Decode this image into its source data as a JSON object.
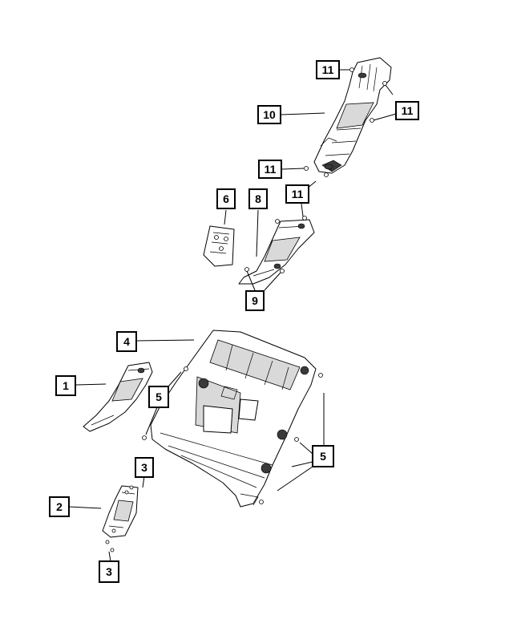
{
  "callouts": {
    "c11a": "11",
    "c11b": "11",
    "c10": "10",
    "c11c": "11",
    "c11d": "11",
    "c6": "6",
    "c8": "8",
    "c9": "9",
    "c4": "4",
    "c1": "1",
    "c5a": "5",
    "c5b": "5",
    "c3a": "3",
    "c2": "2",
    "c3b": "3"
  }
}
